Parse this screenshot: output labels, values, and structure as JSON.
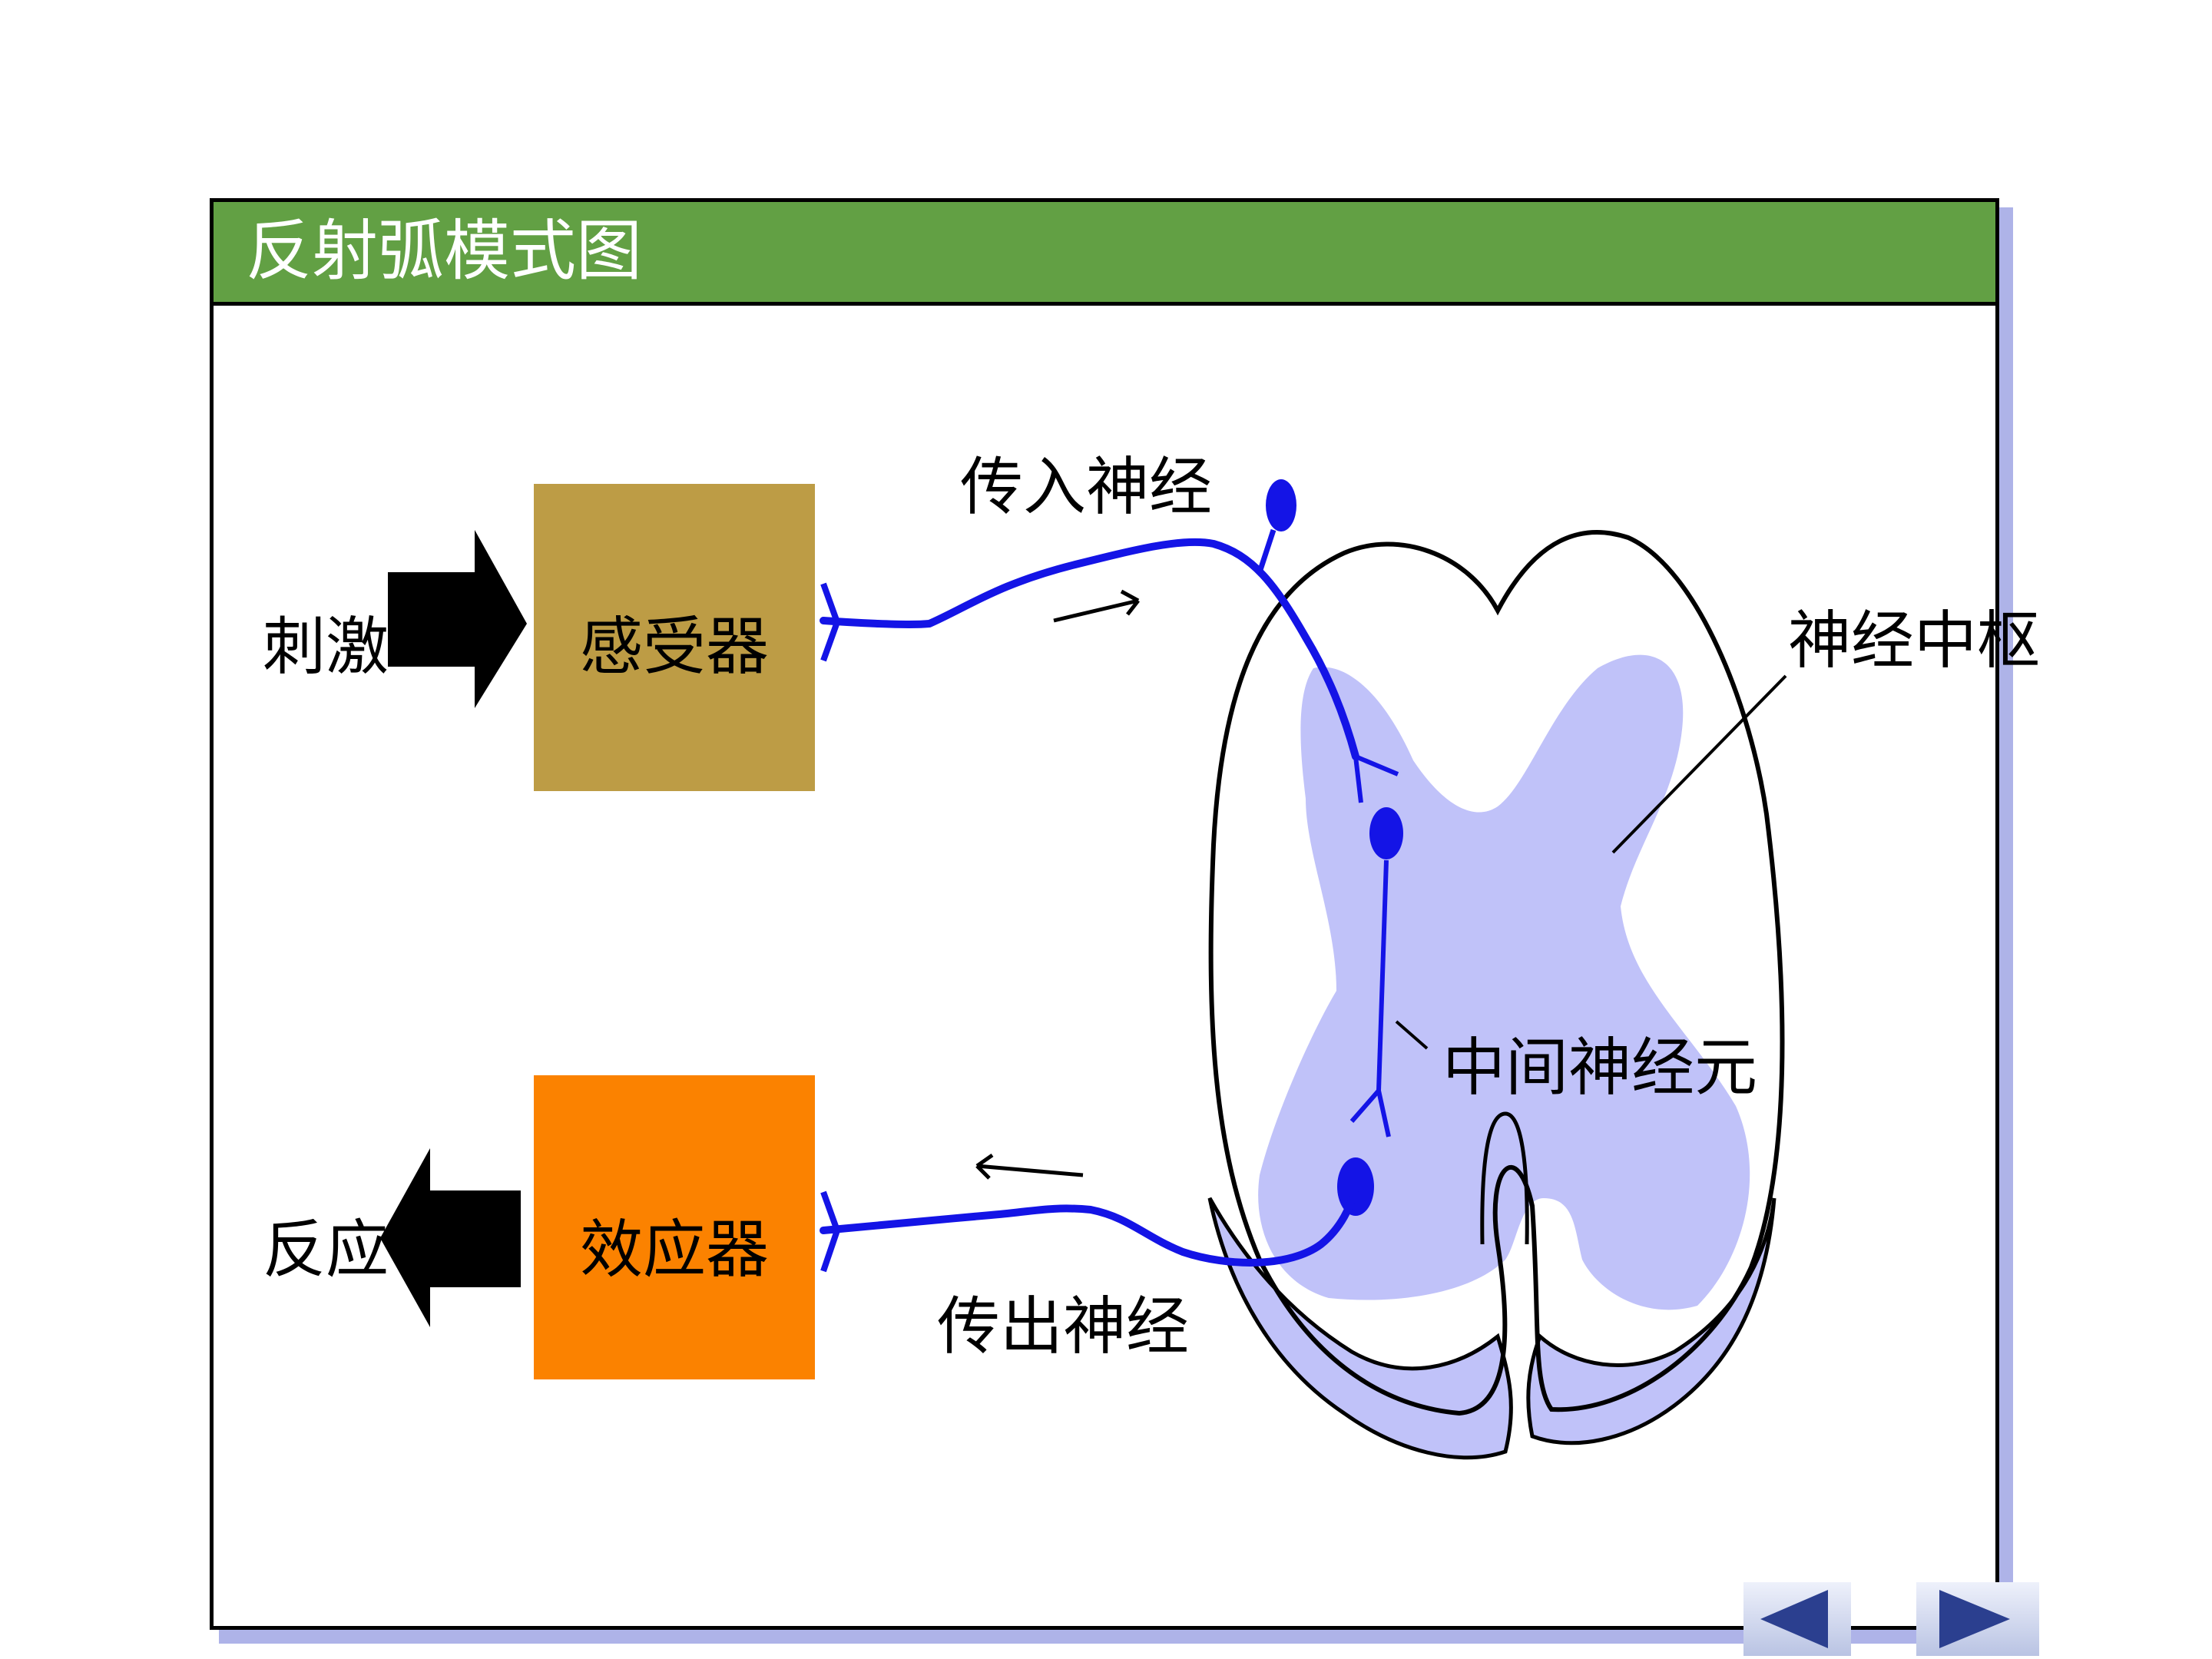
{
  "title": "反射弧模式图",
  "labels": {
    "stimulus": "刺激",
    "response": "反应",
    "receptor": "感受器",
    "effector": "效应器",
    "afferent_nerve": "传入神经",
    "efferent_nerve": "传出神经",
    "nerve_center": "神经中枢",
    "interneuron": "中间神经元"
  },
  "colors": {
    "header": "#62a044",
    "receptor": "#bd9c45",
    "effector": "#fb8200",
    "nerve": "#1414e6",
    "gray_matter": "#c0c2f9"
  },
  "nav": {
    "prev_icon": "triangle-left-icon",
    "next_icon": "triangle-right-icon"
  }
}
